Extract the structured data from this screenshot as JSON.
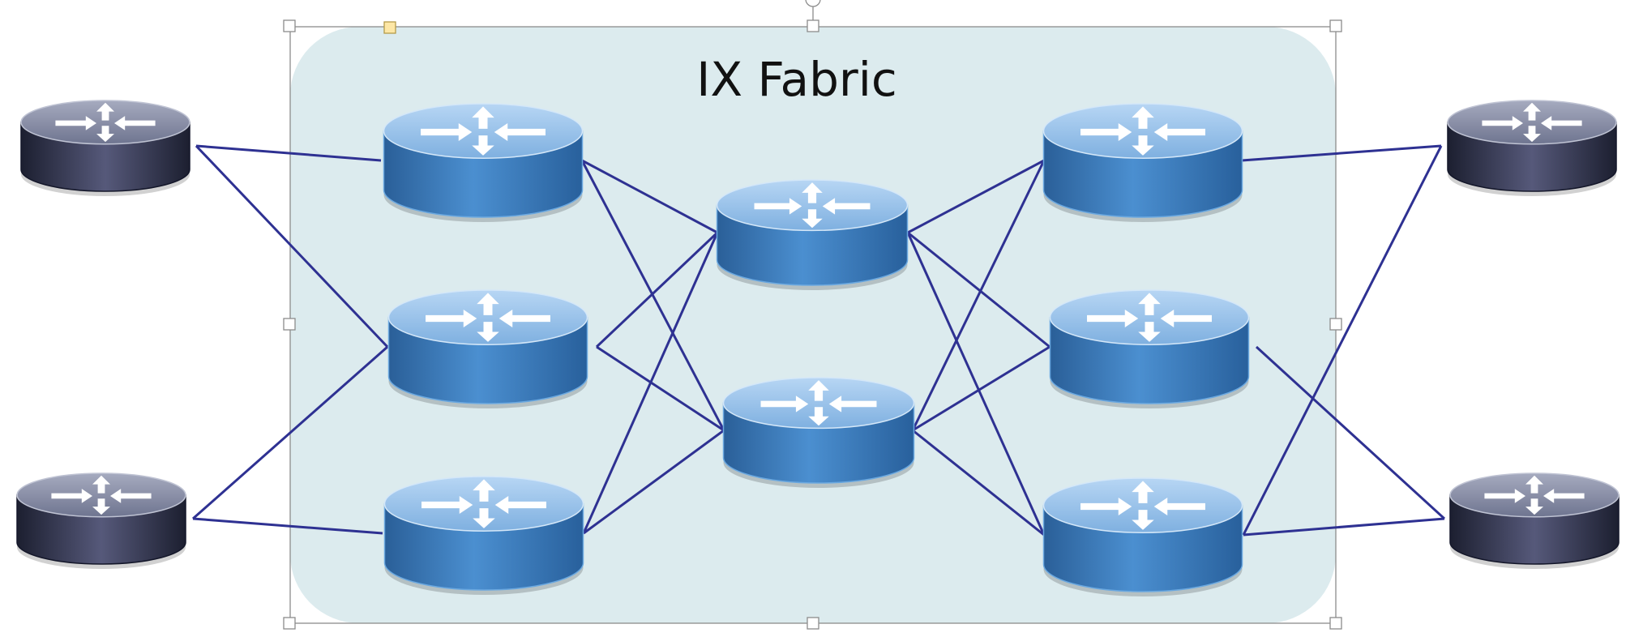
{
  "diagram": {
    "title": "IX Fabric",
    "colors": {
      "fabric_fill": "#dcebee",
      "link": "#2e3192",
      "blue_router_top": "#9cc4ec",
      "blue_router_body": "#2f6eac",
      "dark_router_top": "#8a90a8",
      "dark_router_body": "#2a2e45",
      "selection_frame": "#8c8c8c",
      "handle_fill": "#ffffff",
      "adjust_handle_fill": "#fde7a6"
    },
    "nodes": [
      {
        "id": "ext-top-left",
        "kind": "external",
        "icon": "router-icon"
      },
      {
        "id": "ext-bottom-left",
        "kind": "external",
        "icon": "router-icon"
      },
      {
        "id": "ext-top-right",
        "kind": "external",
        "icon": "router-icon"
      },
      {
        "id": "ext-bottom-right",
        "kind": "external",
        "icon": "router-icon"
      },
      {
        "id": "edge-left-1",
        "kind": "fabric",
        "icon": "router-icon"
      },
      {
        "id": "edge-left-2",
        "kind": "fabric",
        "icon": "router-icon"
      },
      {
        "id": "edge-left-3",
        "kind": "fabric",
        "icon": "router-icon"
      },
      {
        "id": "core-1",
        "kind": "fabric",
        "icon": "router-icon"
      },
      {
        "id": "core-2",
        "kind": "fabric",
        "icon": "router-icon"
      },
      {
        "id": "edge-right-1",
        "kind": "fabric",
        "icon": "router-icon"
      },
      {
        "id": "edge-right-2",
        "kind": "fabric",
        "icon": "router-icon"
      },
      {
        "id": "edge-right-3",
        "kind": "fabric",
        "icon": "router-icon"
      }
    ],
    "links": [
      [
        "ext-top-left",
        "edge-left-1"
      ],
      [
        "ext-top-left",
        "edge-left-2"
      ],
      [
        "ext-bottom-left",
        "edge-left-2"
      ],
      [
        "ext-bottom-left",
        "edge-left-3"
      ],
      [
        "edge-left-1",
        "core-1"
      ],
      [
        "edge-left-1",
        "core-2"
      ],
      [
        "edge-left-2",
        "core-1"
      ],
      [
        "edge-left-2",
        "core-2"
      ],
      [
        "edge-left-3",
        "core-1"
      ],
      [
        "edge-left-3",
        "core-2"
      ],
      [
        "core-1",
        "edge-right-1"
      ],
      [
        "core-1",
        "edge-right-2"
      ],
      [
        "core-1",
        "edge-right-3"
      ],
      [
        "core-2",
        "edge-right-1"
      ],
      [
        "core-2",
        "edge-right-2"
      ],
      [
        "core-2",
        "edge-right-3"
      ],
      [
        "edge-right-1",
        "ext-top-right"
      ],
      [
        "edge-right-3",
        "ext-top-right"
      ],
      [
        "edge-right-2",
        "ext-bottom-right"
      ],
      [
        "edge-right-3",
        "ext-bottom-right"
      ]
    ]
  }
}
